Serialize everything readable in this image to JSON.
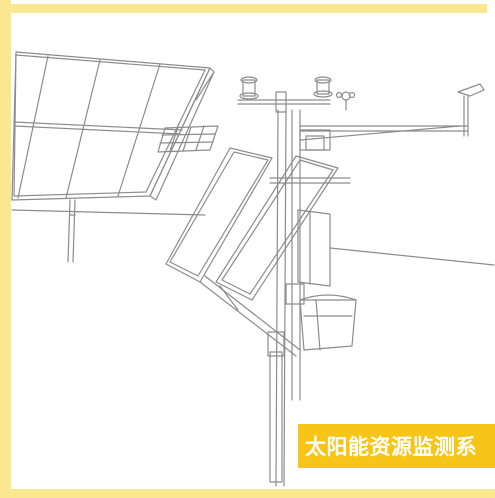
{
  "title": "太阳能资源监测系",
  "colors": {
    "frame": "#fbe78f",
    "badge": "#f7c418",
    "badge_text": "#ffffff",
    "line": "#8c8c8c"
  },
  "icons": [
    "solar-panel-array",
    "weather-station-mast",
    "wind-vane",
    "pyranometer",
    "datalogger-box"
  ]
}
